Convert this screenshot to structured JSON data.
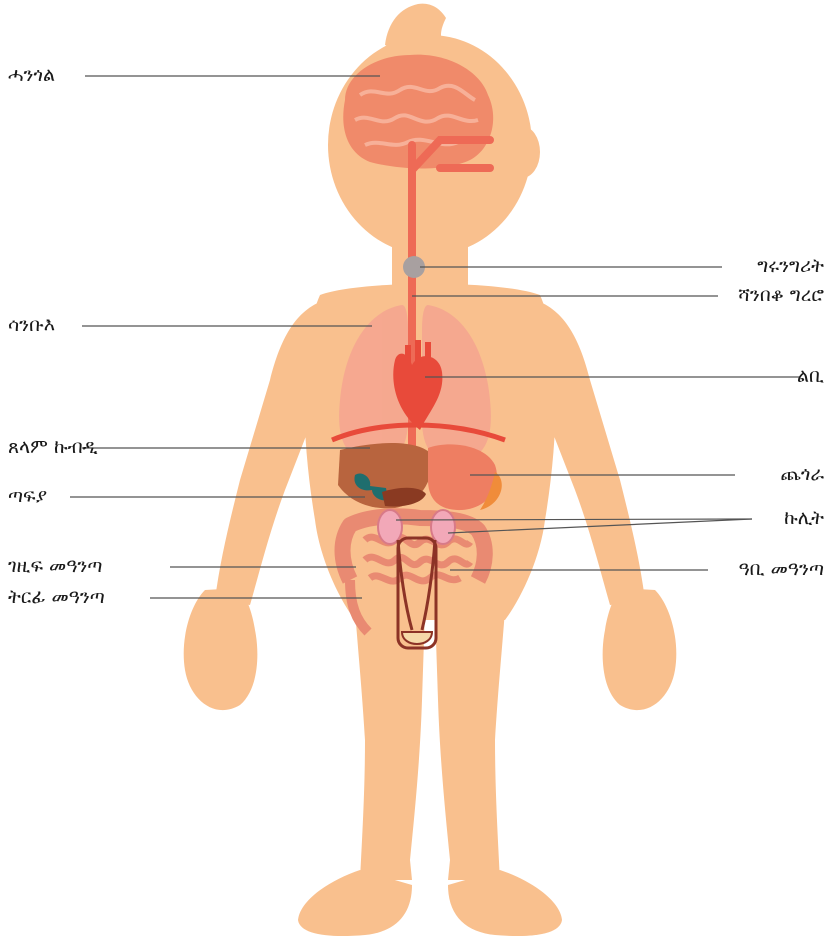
{
  "labels": {
    "brain": "ሓንጎል",
    "larynx": "ግሩንግሪት",
    "esophagus": "ሻንበቆ ግረሮ",
    "lungs": "ሳንቡእ",
    "heart": "ልቢ",
    "liver": "ጸላም ኩብዲ",
    "stomach": "ጨጎራ",
    "gallbladder": "ጣፍያ",
    "kidneys": "ኩሊት",
    "large_intestine": "ገዚፍ መዓንጣ",
    "small_intestine": "ዓቢ መዓንጣ",
    "rectum": "ትርፊ መዓንጣ"
  },
  "colors": {
    "skin": "#F9C08E",
    "brain": "#F08A6A",
    "nerve": "#EE6A56",
    "lung": "#F4A090",
    "heart": "#E84A3A",
    "liver": "#B8643E",
    "stomach": "#EE7E62",
    "spleen": "#F08C3A",
    "gallbladder": "#1F6E6E",
    "pancreas": "#8A3A22",
    "intestine": "#E98A72",
    "kidney": "#F2A8B8",
    "leader_line": "#555555"
  }
}
